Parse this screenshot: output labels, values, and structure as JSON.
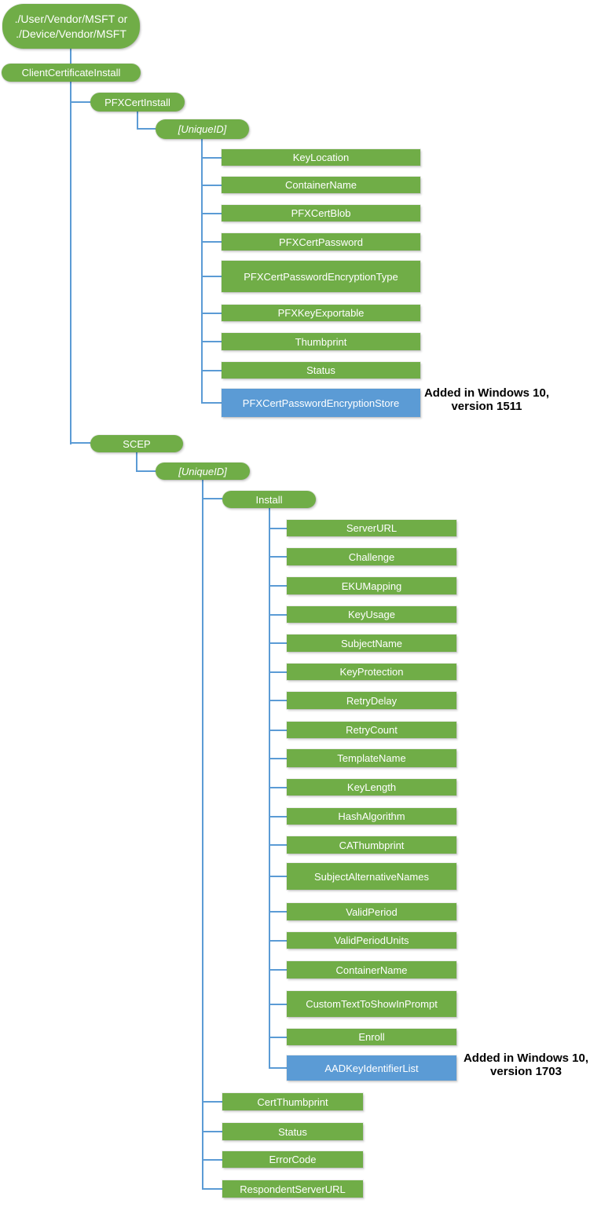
{
  "diagram": {
    "colors": {
      "node_green": "#70AD47",
      "node_blue": "#5B9BD5",
      "connector_blue": "#5B9BD5",
      "note_text": "#000000"
    },
    "root_path": {
      "line1": "./User/Vendor/MSFT or",
      "line2": "./Device/Vendor/MSFT"
    },
    "tree": {
      "root": "ClientCertificateInstall",
      "pfx": "PFXCertInstall",
      "pfx_unique_id": "[UniqueID]",
      "pfx_children": [
        {
          "label": "KeyLocation",
          "highlighted": false
        },
        {
          "label": "ContainerName",
          "highlighted": false
        },
        {
          "label": "PFXCertBlob",
          "highlighted": false
        },
        {
          "label": "PFXCertPassword",
          "highlighted": false
        },
        {
          "label": "PFXCertPasswordEncryptionType",
          "highlighted": false
        },
        {
          "label": "PFXKeyExportable",
          "highlighted": false
        },
        {
          "label": "Thumbprint",
          "highlighted": false
        },
        {
          "label": "Status",
          "highlighted": false
        },
        {
          "label": "PFXCertPasswordEncryptionStore",
          "highlighted": true
        }
      ],
      "scep": "SCEP",
      "scep_unique_id": "[UniqueID]",
      "install": "Install",
      "install_children": [
        {
          "label": "ServerURL",
          "highlighted": false
        },
        {
          "label": "Challenge",
          "highlighted": false
        },
        {
          "label": "EKUMapping",
          "highlighted": false
        },
        {
          "label": "KeyUsage",
          "highlighted": false
        },
        {
          "label": "SubjectName",
          "highlighted": false
        },
        {
          "label": "KeyProtection",
          "highlighted": false
        },
        {
          "label": "RetryDelay",
          "highlighted": false
        },
        {
          "label": "RetryCount",
          "highlighted": false
        },
        {
          "label": "TemplateName",
          "highlighted": false
        },
        {
          "label": "KeyLength",
          "highlighted": false
        },
        {
          "label": "HashAlgorithm",
          "highlighted": false
        },
        {
          "label": "CAThumbprint",
          "highlighted": false
        },
        {
          "label": "SubjectAlternativeNames",
          "highlighted": false
        },
        {
          "label": "ValidPeriod",
          "highlighted": false
        },
        {
          "label": "ValidPeriodUnits",
          "highlighted": false
        },
        {
          "label": "ContainerName",
          "highlighted": false
        },
        {
          "label": "CustomTextToShowInPrompt",
          "highlighted": false
        },
        {
          "label": "Enroll",
          "highlighted": false
        },
        {
          "label": "AADKeyIdentifierList",
          "highlighted": true
        }
      ],
      "scep_children": [
        {
          "label": "CertThumbprint",
          "highlighted": false
        },
        {
          "label": "Status",
          "highlighted": false
        },
        {
          "label": "ErrorCode",
          "highlighted": false
        },
        {
          "label": "RespondentServerURL",
          "highlighted": false
        }
      ]
    },
    "notes": [
      {
        "line1": "Added in Windows 10,",
        "line2": "version 1511"
      },
      {
        "line1": "Added in Windows 10,",
        "line2": "version 1703"
      }
    ]
  }
}
